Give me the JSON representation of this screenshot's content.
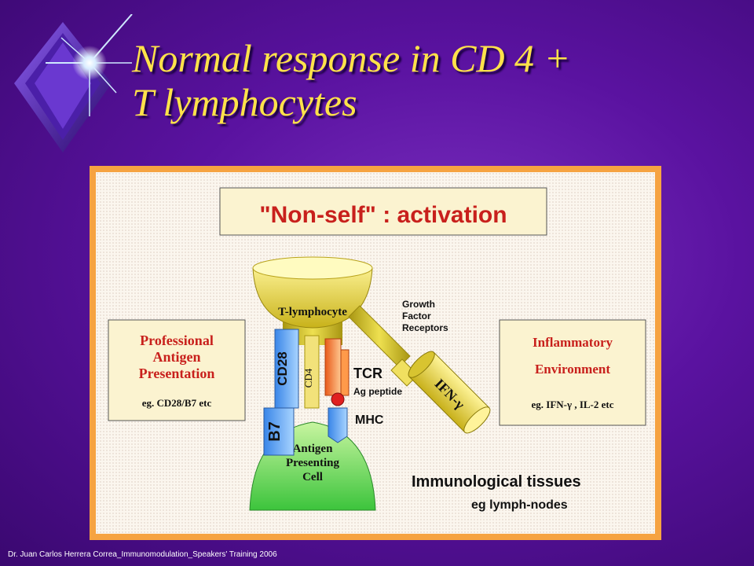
{
  "slide": {
    "title_line1": "Normal response in CD 4 +",
    "title_line2": "T lymphocytes",
    "footer": "Dr. Juan Carlos Herrera Correa_Immunomodulation_Speakers' Training 2006"
  },
  "diagram": {
    "header": "\"Non-self\" : activation",
    "left_box": {
      "line1": "Professional",
      "line2": "Antigen",
      "line3": "Presentation",
      "example": "eg. CD28/B7 etc"
    },
    "right_box": {
      "line1": "Inflammatory",
      "line2": "Environment",
      "example": "eg. IFN-γ , IL-2 etc"
    },
    "t_cell_label": "T-lymphocyte",
    "apc_line1": "Antigen",
    "apc_line2": "Presenting",
    "apc_line3": "Cell",
    "cd28_label": "CD28",
    "b7_label": "B7",
    "cd4_label": "CD4",
    "tcr_label": "TCR",
    "ag_label": "Ag peptide",
    "mhc_label": "MHC",
    "gfr_line1": "Growth",
    "gfr_line2": "Factor",
    "gfr_line3": "Receptors",
    "ifn_label": "IFN-γ",
    "tissue_line1": "Immunological tissues",
    "tissue_line2": "eg lymph-nodes"
  },
  "colors": {
    "title": "#ffe24a",
    "background": "#5a12a0",
    "frame": "#f6a341",
    "box_fill": "#fbf3d0",
    "box_text_red": "#c8201c",
    "t_cell": "#e6d83a",
    "apc": "#6ad86a",
    "receptor_blue": "#78b4f0"
  }
}
